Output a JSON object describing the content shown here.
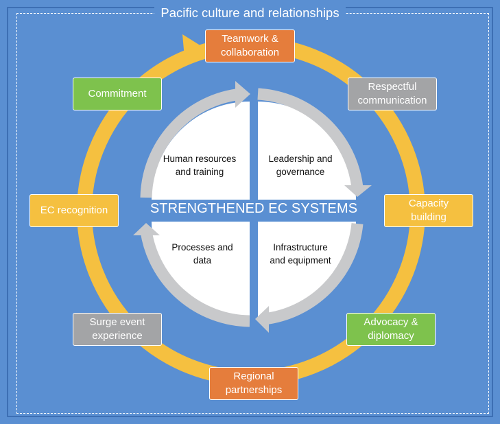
{
  "frame_title": "Pacific culture and relationships",
  "center_label": "STRENGTHENED EC SYSTEMS",
  "quadrants": {
    "top_left": "Human resources\nand training",
    "top_right": "Leadership and\ngovernance",
    "bottom_left": "Processes and\ndata",
    "bottom_right": "Infrastructure\nand equipment"
  },
  "outer_items": {
    "teamwork": "Teamwork &\ncollaboration",
    "respectful": "Respectful\ncommunication",
    "capacity": "Capacity\nbuilding",
    "advocacy": "Advocacy &\ndiplomacy",
    "regional": "Regional\npartnerships",
    "surge": "Surge event\nexperience",
    "recognition": "EC recognition",
    "commitment": "Commitment"
  },
  "colors": {
    "background": "#5a8fd2",
    "ring": "#f5c040",
    "inner_arrows": "#c8c9cb",
    "orange_box": "#e57d3c",
    "gray_box": "#a3a4a6",
    "green_box": "#7ec24d",
    "yellow_box": "#f5c040"
  }
}
